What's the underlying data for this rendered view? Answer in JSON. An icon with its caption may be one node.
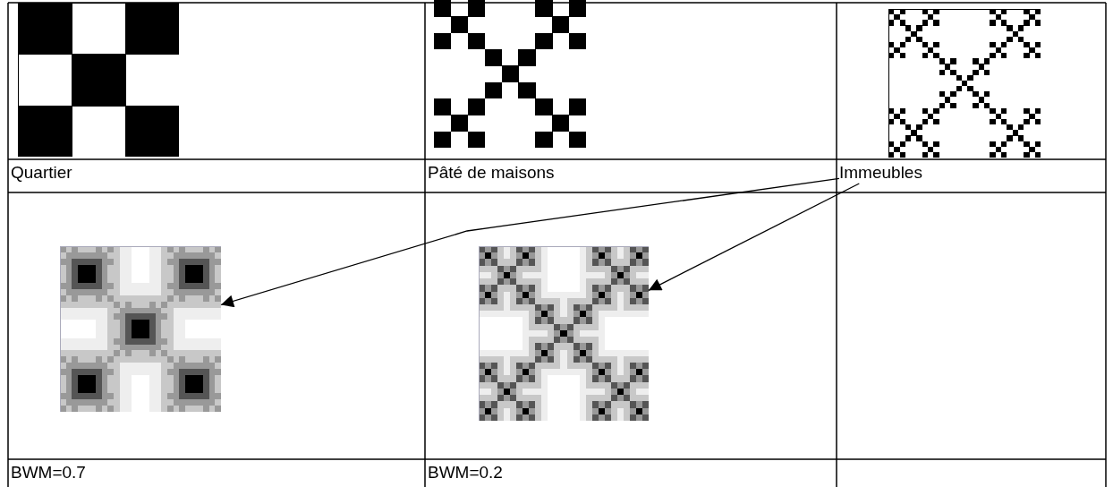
{
  "diagram": {
    "nodes": [
      {
        "text": [],
        "shape": "picture",
        "beside": [
          "Quartier"
        ]
      },
      {
        "text": [],
        "shape": "picture",
        "beside": [
          "Pâté de maisons"
        ]
      },
      {
        "text": [],
        "shape": "picture"
      },
      {
        "text": [
          "Immeubles"
        ]
      },
      {
        "text": [],
        "shape": "picture",
        "beside": [
          "BWM=0.7"
        ]
      },
      {
        "text": [],
        "shape": "picture",
        "beside": [
          "BWM=0.2"
        ]
      }
    ],
    "edges": [
      {
        "from": 3,
        "to": 4,
        "arrow": "to"
      },
      {
        "from": 3,
        "to": 5,
        "arrow": "to"
      }
    ]
  }
}
